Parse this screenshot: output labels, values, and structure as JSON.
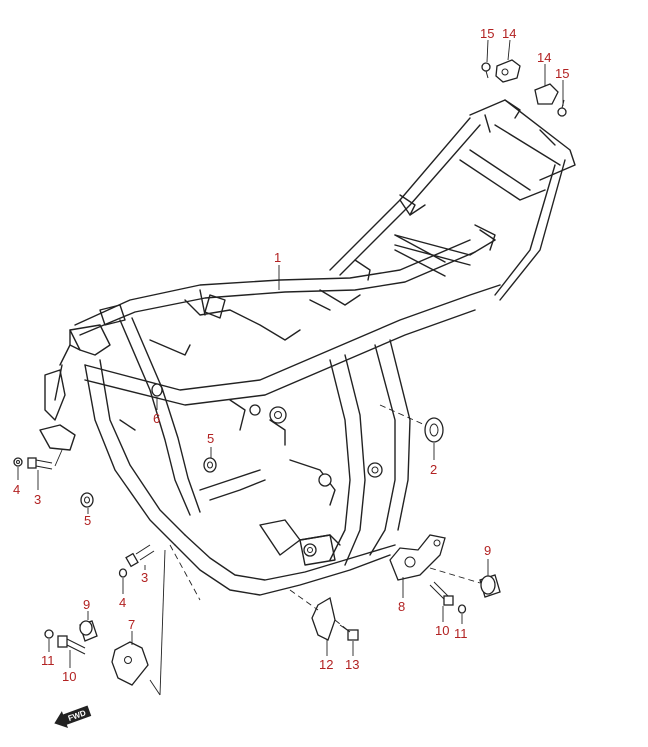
{
  "callouts": [
    {
      "id": "c1",
      "label": "1"
    },
    {
      "id": "c2",
      "label": "2"
    },
    {
      "id": "c3a",
      "label": "3"
    },
    {
      "id": "c3b",
      "label": "3"
    },
    {
      "id": "c4a",
      "label": "4"
    },
    {
      "id": "c4b",
      "label": "4"
    },
    {
      "id": "c5a",
      "label": "5"
    },
    {
      "id": "c5b",
      "label": "5"
    },
    {
      "id": "c6",
      "label": "6"
    },
    {
      "id": "c7",
      "label": "7"
    },
    {
      "id": "c8",
      "label": "8"
    },
    {
      "id": "c9a",
      "label": "9"
    },
    {
      "id": "c9b",
      "label": "9"
    },
    {
      "id": "c10a",
      "label": "10"
    },
    {
      "id": "c10b",
      "label": "10"
    },
    {
      "id": "c11a",
      "label": "11"
    },
    {
      "id": "c11b",
      "label": "11"
    },
    {
      "id": "c12",
      "label": "12"
    },
    {
      "id": "c13",
      "label": "13"
    },
    {
      "id": "c14a",
      "label": "14"
    },
    {
      "id": "c14b",
      "label": "14"
    },
    {
      "id": "c15a",
      "label": "15"
    },
    {
      "id": "c15b",
      "label": "15"
    }
  ],
  "direction_indicator": {
    "label": "FWD"
  },
  "colors": {
    "callout": "#b22222",
    "linework": "#222222"
  }
}
